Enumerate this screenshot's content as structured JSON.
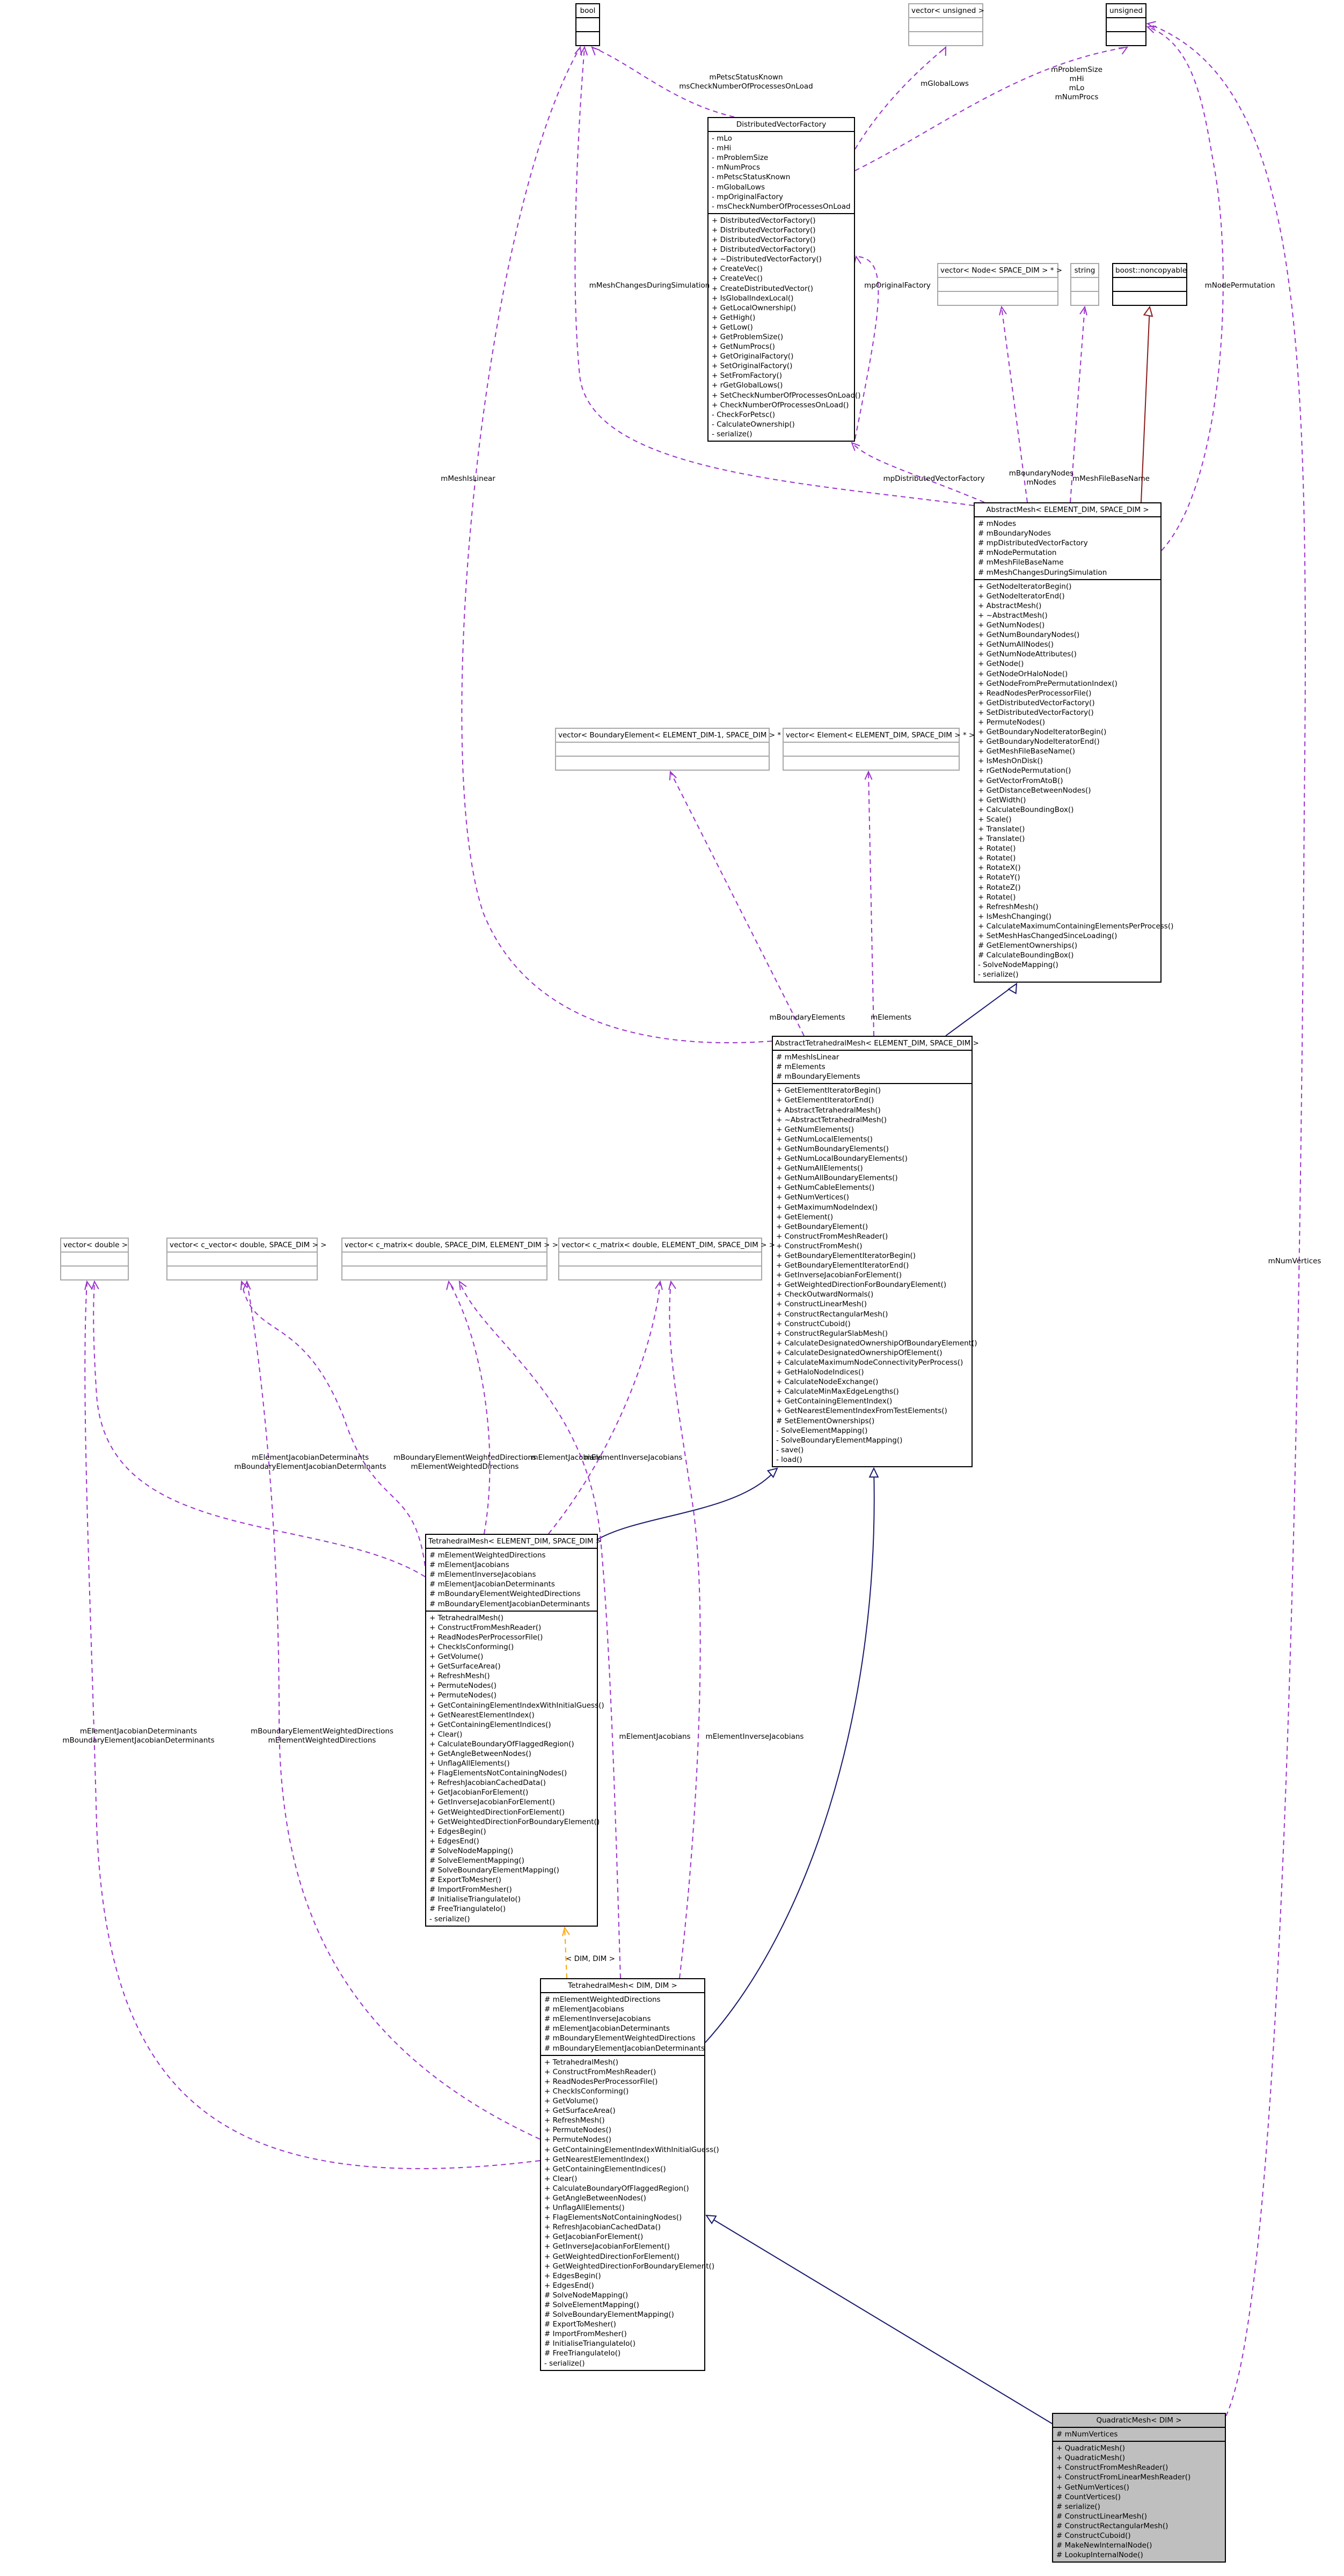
{
  "diagram": {
    "classes": {
      "bool": {
        "title": "bool",
        "attributes": [],
        "methods": []
      },
      "vec_unsigned": {
        "title": "vector< unsigned >",
        "attributes": [],
        "methods": []
      },
      "unsigned": {
        "title": "unsigned",
        "attributes": [],
        "methods": []
      },
      "dvf": {
        "title": "DistributedVectorFactory",
        "attributes": [
          "- mLo",
          "- mHi",
          "- mProblemSize",
          "- mNumProcs",
          "- mPetscStatusKnown",
          "- mGlobalLows",
          "- mpOriginalFactory",
          "- msCheckNumberOfProcessesOnLoad"
        ],
        "methods": [
          "+ DistributedVectorFactory()",
          "+ DistributedVectorFactory()",
          "+ DistributedVectorFactory()",
          "+ DistributedVectorFactory()",
          "+ ~DistributedVectorFactory()",
          "+ CreateVec()",
          "+ CreateVec()",
          "+ CreateDistributedVector()",
          "+ IsGlobalIndexLocal()",
          "+ GetLocalOwnership()",
          "+ GetHigh()",
          "+ GetLow()",
          "+ GetProblemSize()",
          "+ GetNumProcs()",
          "+ GetOriginalFactory()",
          "+ SetOriginalFactory()",
          "+ SetFromFactory()",
          "+ rGetGlobalLows()",
          "+ SetCheckNumberOfProcessesOnLoad()",
          "+ CheckNumberOfProcessesOnLoad()",
          "- CheckForPetsc()",
          "- CalculateOwnership()",
          "- serialize()"
        ]
      },
      "vec_node": {
        "title": "vector< Node< SPACE_DIM > * >",
        "attributes": [],
        "methods": []
      },
      "string": {
        "title": "string",
        "attributes": [],
        "methods": []
      },
      "noncopyable": {
        "title": "boost::noncopyable",
        "attributes": [],
        "methods": []
      },
      "abstract_mesh": {
        "title": "AbstractMesh< ELEMENT_DIM, SPACE_DIM >",
        "attributes": [
          "# mNodes",
          "# mBoundaryNodes",
          "# mpDistributedVectorFactory",
          "# mNodePermutation",
          "# mMeshFileBaseName",
          "# mMeshChangesDuringSimulation"
        ],
        "methods": [
          "+ GetNodeIteratorBegin()",
          "+ GetNodeIteratorEnd()",
          "+ AbstractMesh()",
          "+ ~AbstractMesh()",
          "+ GetNumNodes()",
          "+ GetNumBoundaryNodes()",
          "+ GetNumAllNodes()",
          "+ GetNumNodeAttributes()",
          "+ GetNode()",
          "+ GetNodeOrHaloNode()",
          "+ GetNodeFromPrePermutationIndex()",
          "+ ReadNodesPerProcessorFile()",
          "+ GetDistributedVectorFactory()",
          "+ SetDistributedVectorFactory()",
          "+ PermuteNodes()",
          "+ GetBoundaryNodeIteratorBegin()",
          "+ GetBoundaryNodeIteratorEnd()",
          "+ GetMeshFileBaseName()",
          "+ IsMeshOnDisk()",
          "+ rGetNodePermutation()",
          "+ GetVectorFromAtoB()",
          "+ GetDistanceBetweenNodes()",
          "+ GetWidth()",
          "+ CalculateBoundingBox()",
          "+ Scale()",
          "+ Translate()",
          "+ Translate()",
          "+ Rotate()",
          "+ Rotate()",
          "+ RotateX()",
          "+ RotateY()",
          "+ RotateZ()",
          "+ Rotate()",
          "+ RefreshMesh()",
          "+ IsMeshChanging()",
          "+ CalculateMaximumContainingElementsPerProcess()",
          "+ SetMeshHasChangedSinceLoading()",
          "# GetElementOwnerships()",
          "# CalculateBoundingBox()",
          "- SolveNodeMapping()",
          "- serialize()"
        ]
      },
      "vec_bel": {
        "title": "vector< BoundaryElement< ELEMENT_DIM-1, SPACE_DIM > * >",
        "attributes": [],
        "methods": []
      },
      "vec_el": {
        "title": "vector< Element< ELEMENT_DIM, SPACE_DIM > * >",
        "attributes": [],
        "methods": []
      },
      "abstract_tet": {
        "title": "AbstractTetrahedralMesh< ELEMENT_DIM, SPACE_DIM >",
        "attributes": [
          "# mMeshIsLinear",
          "# mElements",
          "# mBoundaryElements"
        ],
        "methods": [
          "+ GetElementIteratorBegin()",
          "+ GetElementIteratorEnd()",
          "+ AbstractTetrahedralMesh()",
          "+ ~AbstractTetrahedralMesh()",
          "+ GetNumElements()",
          "+ GetNumLocalElements()",
          "+ GetNumBoundaryElements()",
          "+ GetNumLocalBoundaryElements()",
          "+ GetNumAllElements()",
          "+ GetNumAllBoundaryElements()",
          "+ GetNumCableElements()",
          "+ GetNumVertices()",
          "+ GetMaximumNodeIndex()",
          "+ GetElement()",
          "+ GetBoundaryElement()",
          "+ ConstructFromMeshReader()",
          "+ ConstructFromMesh()",
          "+ GetBoundaryElementIteratorBegin()",
          "+ GetBoundaryElementIteratorEnd()",
          "+ GetInverseJacobianForElement()",
          "+ GetWeightedDirectionForBoundaryElement()",
          "+ CheckOutwardNormals()",
          "+ ConstructLinearMesh()",
          "+ ConstructRectangularMesh()",
          "+ ConstructCuboid()",
          "+ ConstructRegularSlabMesh()",
          "+ CalculateDesignatedOwnershipOfBoundaryElement()",
          "+ CalculateDesignatedOwnershipOfElement()",
          "+ CalculateMaximumNodeConnectivityPerProcess()",
          "+ GetHaloNodeIndices()",
          "+ CalculateNodeExchange()",
          "+ CalculateMinMaxEdgeLengths()",
          "+ GetContainingElementIndex()",
          "+ GetNearestElementIndexFromTestElements()",
          "# SetElementOwnerships()",
          "- SolveElementMapping()",
          "- SolveBoundaryElementMapping()",
          "- save()",
          "- load()"
        ]
      },
      "vec_double": {
        "title": "vector< double >",
        "attributes": [],
        "methods": []
      },
      "vec_cvec": {
        "title": "vector< c_vector< double, SPACE_DIM > >",
        "attributes": [],
        "methods": []
      },
      "vec_cmat1": {
        "title": "vector< c_matrix< double, SPACE_DIM, ELEMENT_DIM > >",
        "attributes": [],
        "methods": []
      },
      "vec_cmat2": {
        "title": "vector< c_matrix< double, ELEMENT_DIM, SPACE_DIM > >",
        "attributes": [],
        "methods": []
      },
      "tet_mesh": {
        "title": "TetrahedralMesh< ELEMENT_DIM, SPACE_DIM >",
        "attributes": [
          "# mElementWeightedDirections",
          "# mElementJacobians",
          "# mElementInverseJacobians",
          "# mElementJacobianDeterminants",
          "# mBoundaryElementWeightedDirections",
          "# mBoundaryElementJacobianDeterminants"
        ],
        "methods": [
          "+ TetrahedralMesh()",
          "+ ConstructFromMeshReader()",
          "+ ReadNodesPerProcessorFile()",
          "+ CheckIsConforming()",
          "+ GetVolume()",
          "+ GetSurfaceArea()",
          "+ RefreshMesh()",
          "+ PermuteNodes()",
          "+ PermuteNodes()",
          "+ GetContainingElementIndexWithInitialGuess()",
          "+ GetNearestElementIndex()",
          "+ GetContainingElementIndices()",
          "+ Clear()",
          "+ CalculateBoundaryOfFlaggedRegion()",
          "+ GetAngleBetweenNodes()",
          "+ UnflagAllElements()",
          "+ FlagElementsNotContainingNodes()",
          "+ RefreshJacobianCachedData()",
          "+ GetJacobianForElement()",
          "+ GetInverseJacobianForElement()",
          "+ GetWeightedDirectionForElement()",
          "+ GetWeightedDirectionForBoundaryElement()",
          "+ EdgesBegin()",
          "+ EdgesEnd()",
          "# SolveNodeMapping()",
          "# SolveElementMapping()",
          "# SolveBoundaryElementMapping()",
          "# ExportToMesher()",
          "# ImportFromMesher()",
          "# InitialiseTriangulateIo()",
          "# FreeTriangulateIo()",
          "- serialize()"
        ]
      },
      "tet_mesh_dim": {
        "title": "TetrahedralMesh< DIM, DIM >",
        "attributes": [
          "# mElementWeightedDirections",
          "# mElementJacobians",
          "# mElementInverseJacobians",
          "# mElementJacobianDeterminants",
          "# mBoundaryElementWeightedDirections",
          "# mBoundaryElementJacobianDeterminants"
        ],
        "methods": [
          "+ TetrahedralMesh()",
          "+ ConstructFromMeshReader()",
          "+ ReadNodesPerProcessorFile()",
          "+ CheckIsConforming()",
          "+ GetVolume()",
          "+ GetSurfaceArea()",
          "+ RefreshMesh()",
          "+ PermuteNodes()",
          "+ PermuteNodes()",
          "+ GetContainingElementIndexWithInitialGuess()",
          "+ GetNearestElementIndex()",
          "+ GetContainingElementIndices()",
          "+ Clear()",
          "+ CalculateBoundaryOfFlaggedRegion()",
          "+ GetAngleBetweenNodes()",
          "+ UnflagAllElements()",
          "+ FlagElementsNotContainingNodes()",
          "+ RefreshJacobianCachedData()",
          "+ GetJacobianForElement()",
          "+ GetInverseJacobianForElement()",
          "+ GetWeightedDirectionForElement()",
          "+ GetWeightedDirectionForBoundaryElement()",
          "+ EdgesBegin()",
          "+ EdgesEnd()",
          "# SolveNodeMapping()",
          "# SolveElementMapping()",
          "# SolveBoundaryElementMapping()",
          "# ExportToMesher()",
          "# ImportFromMesher()",
          "# InitialiseTriangulateIo()",
          "# FreeTriangulateIo()",
          "- serialize()"
        ]
      },
      "quad_mesh": {
        "title": "QuadraticMesh< DIM >",
        "attributes": [
          "# mNumVertices"
        ],
        "methods": [
          "+ QuadraticMesh()",
          "+ QuadraticMesh()",
          "+ ConstructFromMeshReader()",
          "+ ConstructFromLinearMeshReader()",
          "+ GetNumVertices()",
          "# CountVertices()",
          "# serialize()",
          "# ConstructLinearMesh()",
          "# ConstructRectangularMesh()",
          "# ConstructCuboid()",
          "# MakeNewInternalNode()",
          "# LookupInternalNode()"
        ]
      }
    },
    "edge_labels": {
      "dvf_bool": "mPetscStatusKnown\nmsCheckNumberOfProcessesOnLoad",
      "dvf_vecunsigned": "mGlobalLows",
      "dvf_unsigned": "mProblemSize\nmHi\nmLo\nmNumProcs",
      "am_bool": "mMeshChangesDuringSimulation",
      "am_dvf": "mpOriginalFactory",
      "am_dvf2": "mpDistributedVectorFactory",
      "am_vecnode": "mBoundaryNodes\nmNodes",
      "am_string": "mMeshFileBaseName",
      "am_unsigned": "mNodePermutation",
      "atm_bool": "mMeshIsLinear",
      "atm_bel": "mBoundaryElements",
      "atm_el": "mElements",
      "tm_double": "mElementJacobianDeterminants\nmBoundaryElementJacobianDeterminants",
      "tm_cvec": "mBoundaryElementWeightedDirections\nmElementWeightedDirections",
      "tm_cmat1": "mElementJacobians",
      "tm_cmat2": "mElementInverseJacobians",
      "tmd_double": "mElementJacobianDeterminants\nmBoundaryElementJacobianDeterminants",
      "tmd_cvec": "mBoundaryElementWeightedDirections\nmElementWeightedDirections",
      "tmd_cmat1": "mElementJacobians",
      "tmd_cmat2": "mElementInverseJacobians",
      "tmd_tm": "< DIM, DIM >",
      "qm_unsigned": "mNumVertices"
    },
    "colors": {
      "inheritance": "#191970",
      "usage": "#9a32cd",
      "template": "#ffa500",
      "private_inherit": "#8b1a1a",
      "selected_fill": "#bfbfbf"
    }
  }
}
